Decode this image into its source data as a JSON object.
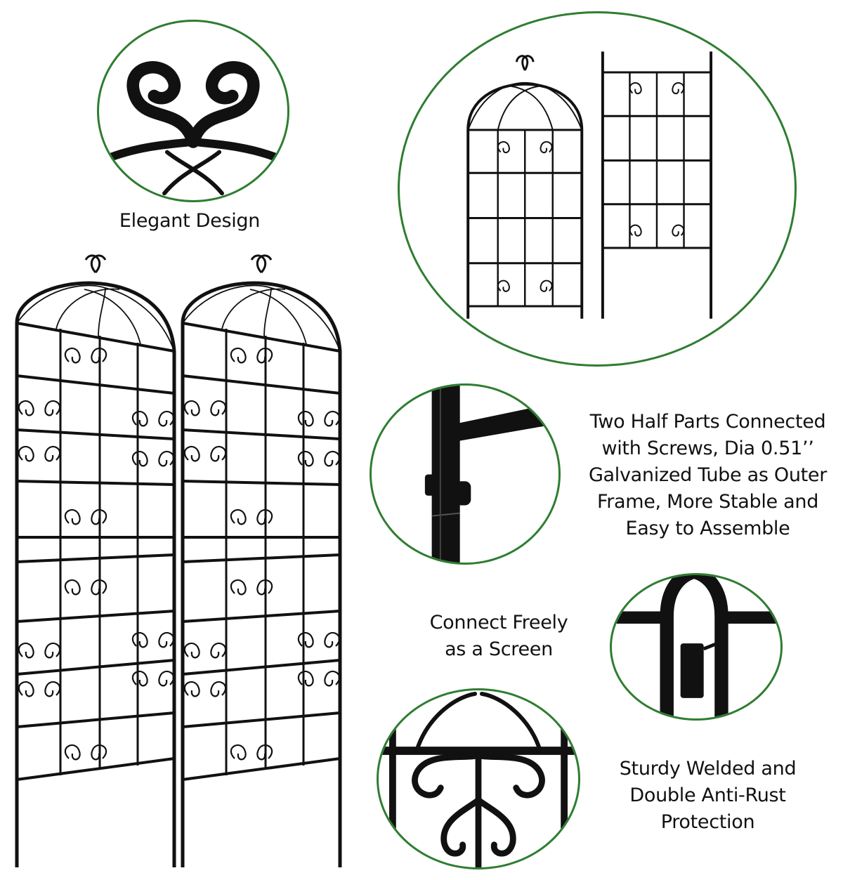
{
  "captions": {
    "elegant": {
      "lines": [
        "Elegant Design"
      ]
    },
    "connected": {
      "lines": [
        "Two Half Parts Connected",
        "with Screws, Dia 0.51’’",
        "Galvanized Tube as Outer",
        "Frame, More Stable and",
        "Easy to Assemble"
      ]
    },
    "screen": {
      "lines": [
        "Connect Freely",
        "as a Screen"
      ]
    },
    "sturdy": {
      "lines": [
        "Sturdy Welded and",
        "Double Anti-Rust",
        "Protection"
      ]
    }
  },
  "images": {
    "main": "two-panel-trellis-screen",
    "detail_top_left": "scroll-finial-closeup",
    "detail_top_right": "two-half-parts-separated",
    "detail_mid": "screw-connection-closeup",
    "detail_hinge": "hinge-connection-closeup",
    "detail_bottom": "welded-scroll-closeup"
  },
  "colors": {
    "ring": "#2f7d32",
    "metal": "#111111",
    "text": "#111111"
  }
}
